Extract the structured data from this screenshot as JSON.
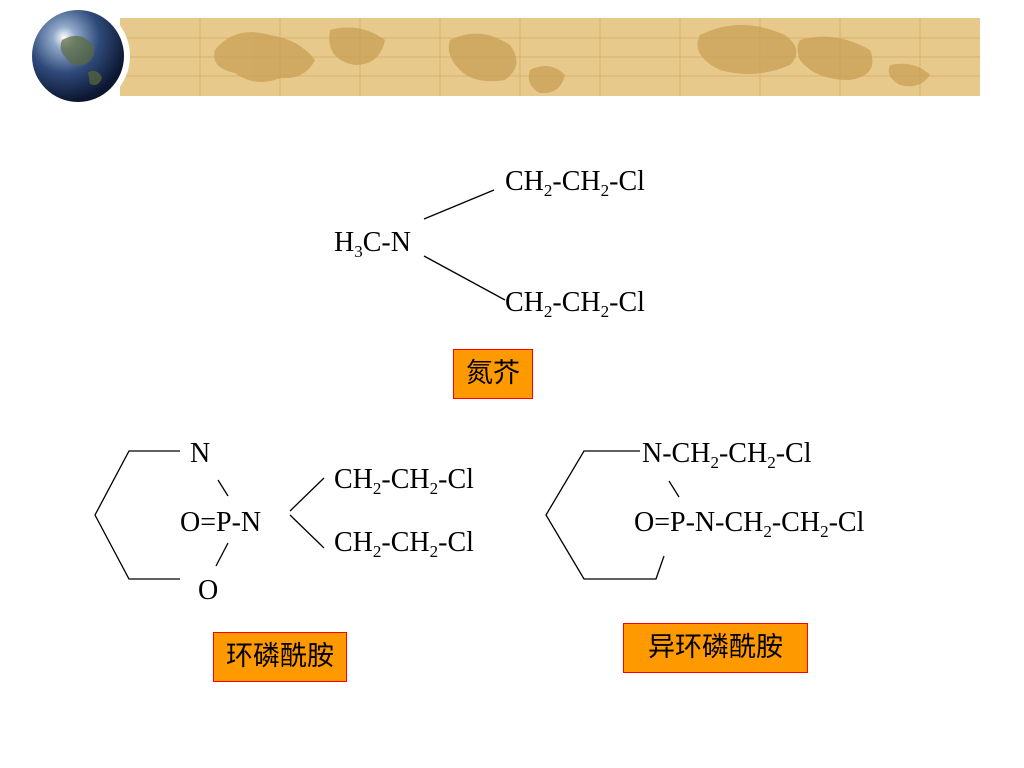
{
  "nitrogen_mustard": {
    "arm_top": {
      "a": "CH",
      "s1": "2",
      "b": "-CH",
      "s2": "2",
      "c": "-Cl"
    },
    "core": {
      "a": "H",
      "s1": "3",
      "b": "C-N"
    },
    "arm_bottom": {
      "a": "CH",
      "s1": "2",
      "b": "-CH",
      "s2": "2",
      "c": "-Cl"
    },
    "label": "氮芥"
  },
  "cyclophosphamide": {
    "ring_n": "N",
    "core": "O=P-N",
    "ring_o": "O",
    "arm_top": {
      "a": "CH",
      "s1": "2",
      "b": "-CH",
      "s2": "2",
      "c": "-Cl"
    },
    "arm_bottom": {
      "a": "CH",
      "s1": "2",
      "b": "-CH",
      "s2": "2",
      "c": "-Cl"
    },
    "label": "环磷酰胺"
  },
  "ifosfamide": {
    "top": {
      "a": "N-CH",
      "s1": "2",
      "b": "-CH",
      "s2": "2",
      "c": "-Cl"
    },
    "core": {
      "a": "O=P-N-CH",
      "s1": "2",
      "b": "-CH",
      "s2": "2",
      "c": "-Cl"
    },
    "label": "异环磷酰胺"
  },
  "colors": {
    "label_fill": "#ff9900",
    "label_border": "#ff0000",
    "banner": "#e7c98b"
  }
}
